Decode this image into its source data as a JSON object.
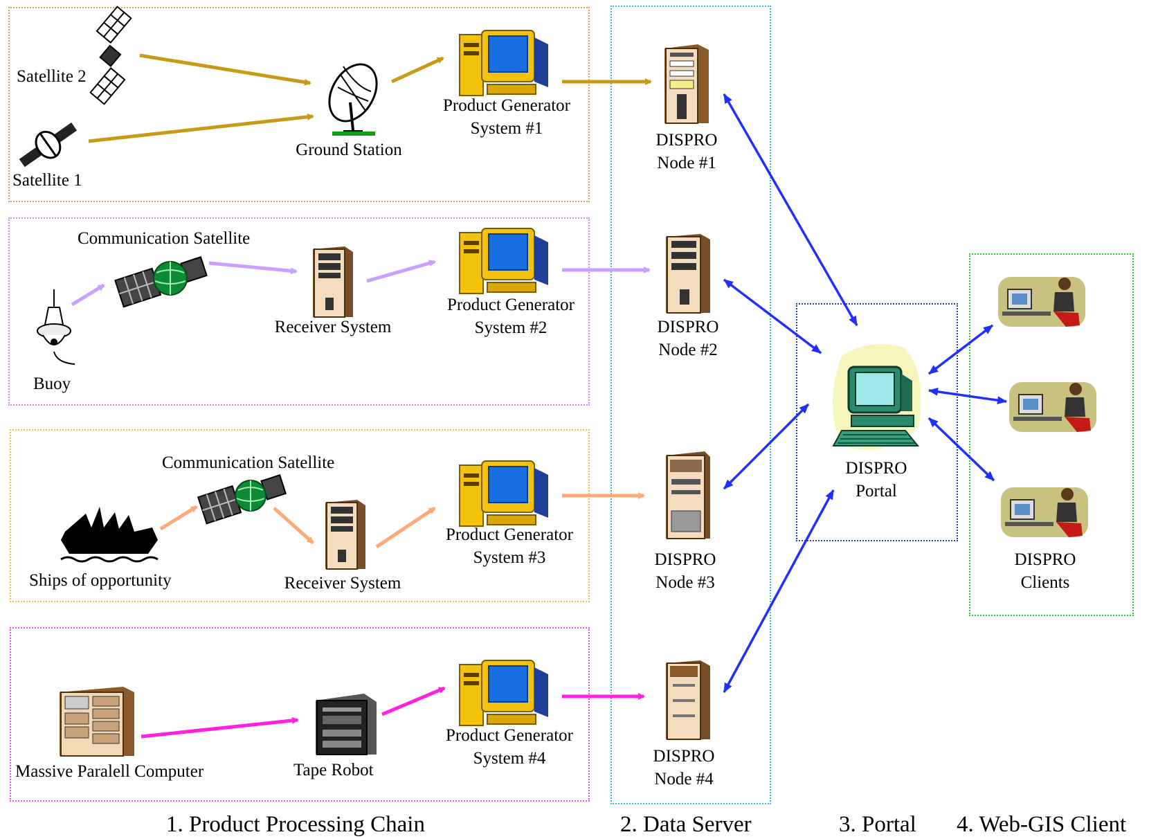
{
  "sections": {
    "chain": "1. Product Processing Chain",
    "server": "2. Data Server",
    "portal": "3. Portal",
    "clients": "4. Web-GIS Client"
  },
  "row1": {
    "sat2": "Satellite 2",
    "sat1": "Satellite 1",
    "ground": "Ground Station",
    "gen1": "Product Generator",
    "gen2": "System #1"
  },
  "row2": {
    "comsat": "Communication Satellite",
    "buoy": "Buoy",
    "receiver": "Receiver System",
    "gen1": "Product Generator",
    "gen2": "System #2"
  },
  "row3": {
    "comsat": "Communication Satellite",
    "ships": "Ships of opportunity",
    "receiver": "Receiver System",
    "gen1": "Product Generator",
    "gen2": "System #3"
  },
  "row4": {
    "mpc": "Massive Paralell Computer",
    "tape": "Tape Robot",
    "gen1": "Product Generator",
    "gen2": "System #4"
  },
  "nodes": [
    {
      "line1": "DISPRO",
      "line2": "Node #1"
    },
    {
      "line1": "DISPRO",
      "line2": "Node #2"
    },
    {
      "line1": "DISPRO",
      "line2": "Node #3"
    },
    {
      "line1": "DISPRO",
      "line2": "Node #4"
    }
  ],
  "portal": {
    "line1": "DISPRO",
    "line2": "Portal"
  },
  "clients": {
    "line1": "DISPRO",
    "line2": "Clients"
  },
  "colors": {
    "row1": "#c99a18",
    "row2": "#c9a0ff",
    "row3": "#ffa878",
    "row4": "#ff20e0",
    "link": "#1f2fff",
    "box1": "#d9a84e",
    "box2": "#d38cf0",
    "box3": "#f0c238",
    "box4": "#e24fe2",
    "server_box": "#33c2e6",
    "portal_box": "#2436d8",
    "client_box": "#20d020"
  },
  "icons": [
    "satellite-icon",
    "dish-antenna-icon",
    "workstation-icon",
    "server-tower-icon",
    "buoy-icon",
    "ship-icon",
    "tape-robot-icon",
    "mainframe-icon",
    "portal-computer-icon",
    "client-user-icon"
  ]
}
